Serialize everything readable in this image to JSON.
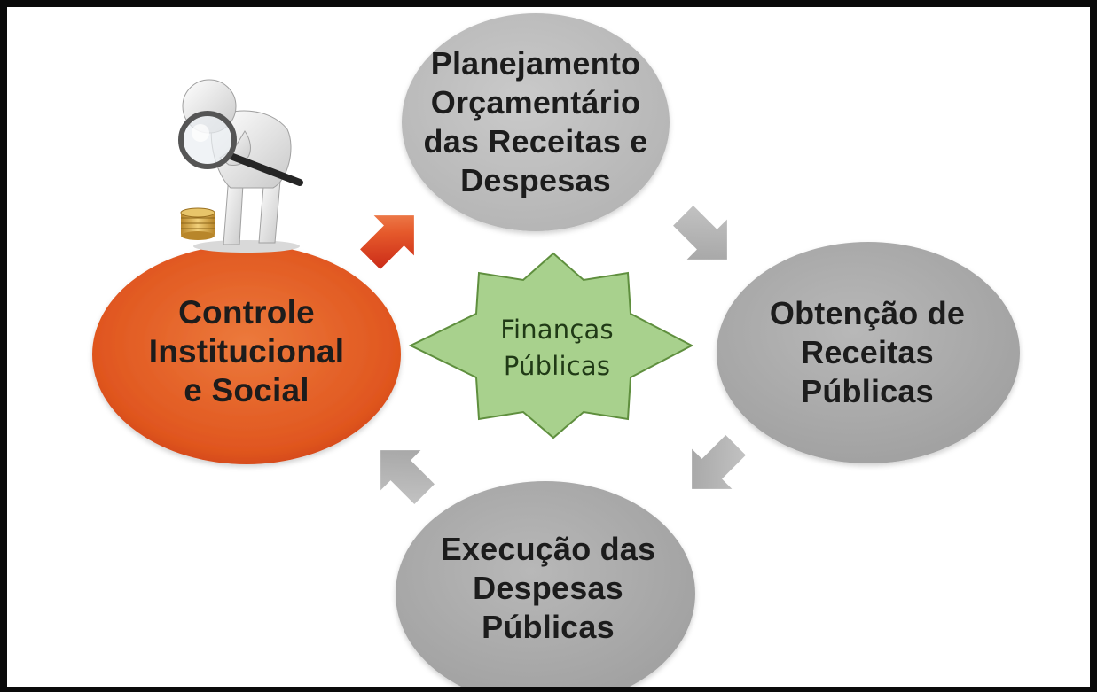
{
  "diagram": {
    "center": {
      "lines": [
        "Finanças",
        "Públicas"
      ],
      "fill": "#a9d48e",
      "stroke": "#548235"
    },
    "nodes": {
      "planning": {
        "lines": [
          "Planejamento",
          "Orçamentário",
          "das Receitas e",
          "Despesas"
        ],
        "fill": "#bfbfbf"
      },
      "revenue": {
        "lines": [
          "Obtenção de",
          "Receitas",
          "Públicas"
        ],
        "fill": "#ababab"
      },
      "execution": {
        "lines": [
          "Execução das",
          "Despesas",
          "Públicas"
        ],
        "fill": "#a5a5a5"
      },
      "control": {
        "lines": [
          "Controle",
          "Institucional",
          "e Social"
        ],
        "fill": "#e0501c"
      }
    },
    "colors": {
      "arrow_gray": "#b3b3b3",
      "arrow_red": "#e04e20",
      "frame": "#0a0a0a"
    },
    "illustration": {
      "figure": "person-with-magnifier-icon",
      "coins": "coin-stack-icon"
    }
  }
}
